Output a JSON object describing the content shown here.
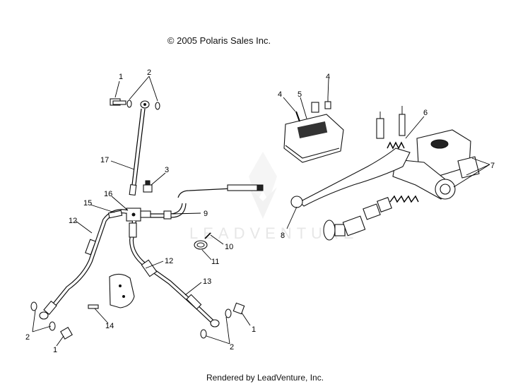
{
  "copyright": "© 2005 Polaris Sales Inc.",
  "footer": "Rendered by LeadVenture, Inc.",
  "watermark": "LEADVENTURE",
  "callouts": {
    "c1a": "1",
    "c2a": "2",
    "c17": "17",
    "c3": "3",
    "c16": "16",
    "c15": "15",
    "c12a": "12",
    "c9": "9",
    "c10": "10",
    "c11": "11",
    "c12b": "12",
    "c13": "13",
    "c14": "14",
    "c2b": "2",
    "c1b": "1",
    "c1c": "1",
    "c2c": "2",
    "c4a": "4",
    "c5": "5",
    "c4b": "4",
    "c6": "6",
    "c7": "7",
    "c8": "8"
  }
}
